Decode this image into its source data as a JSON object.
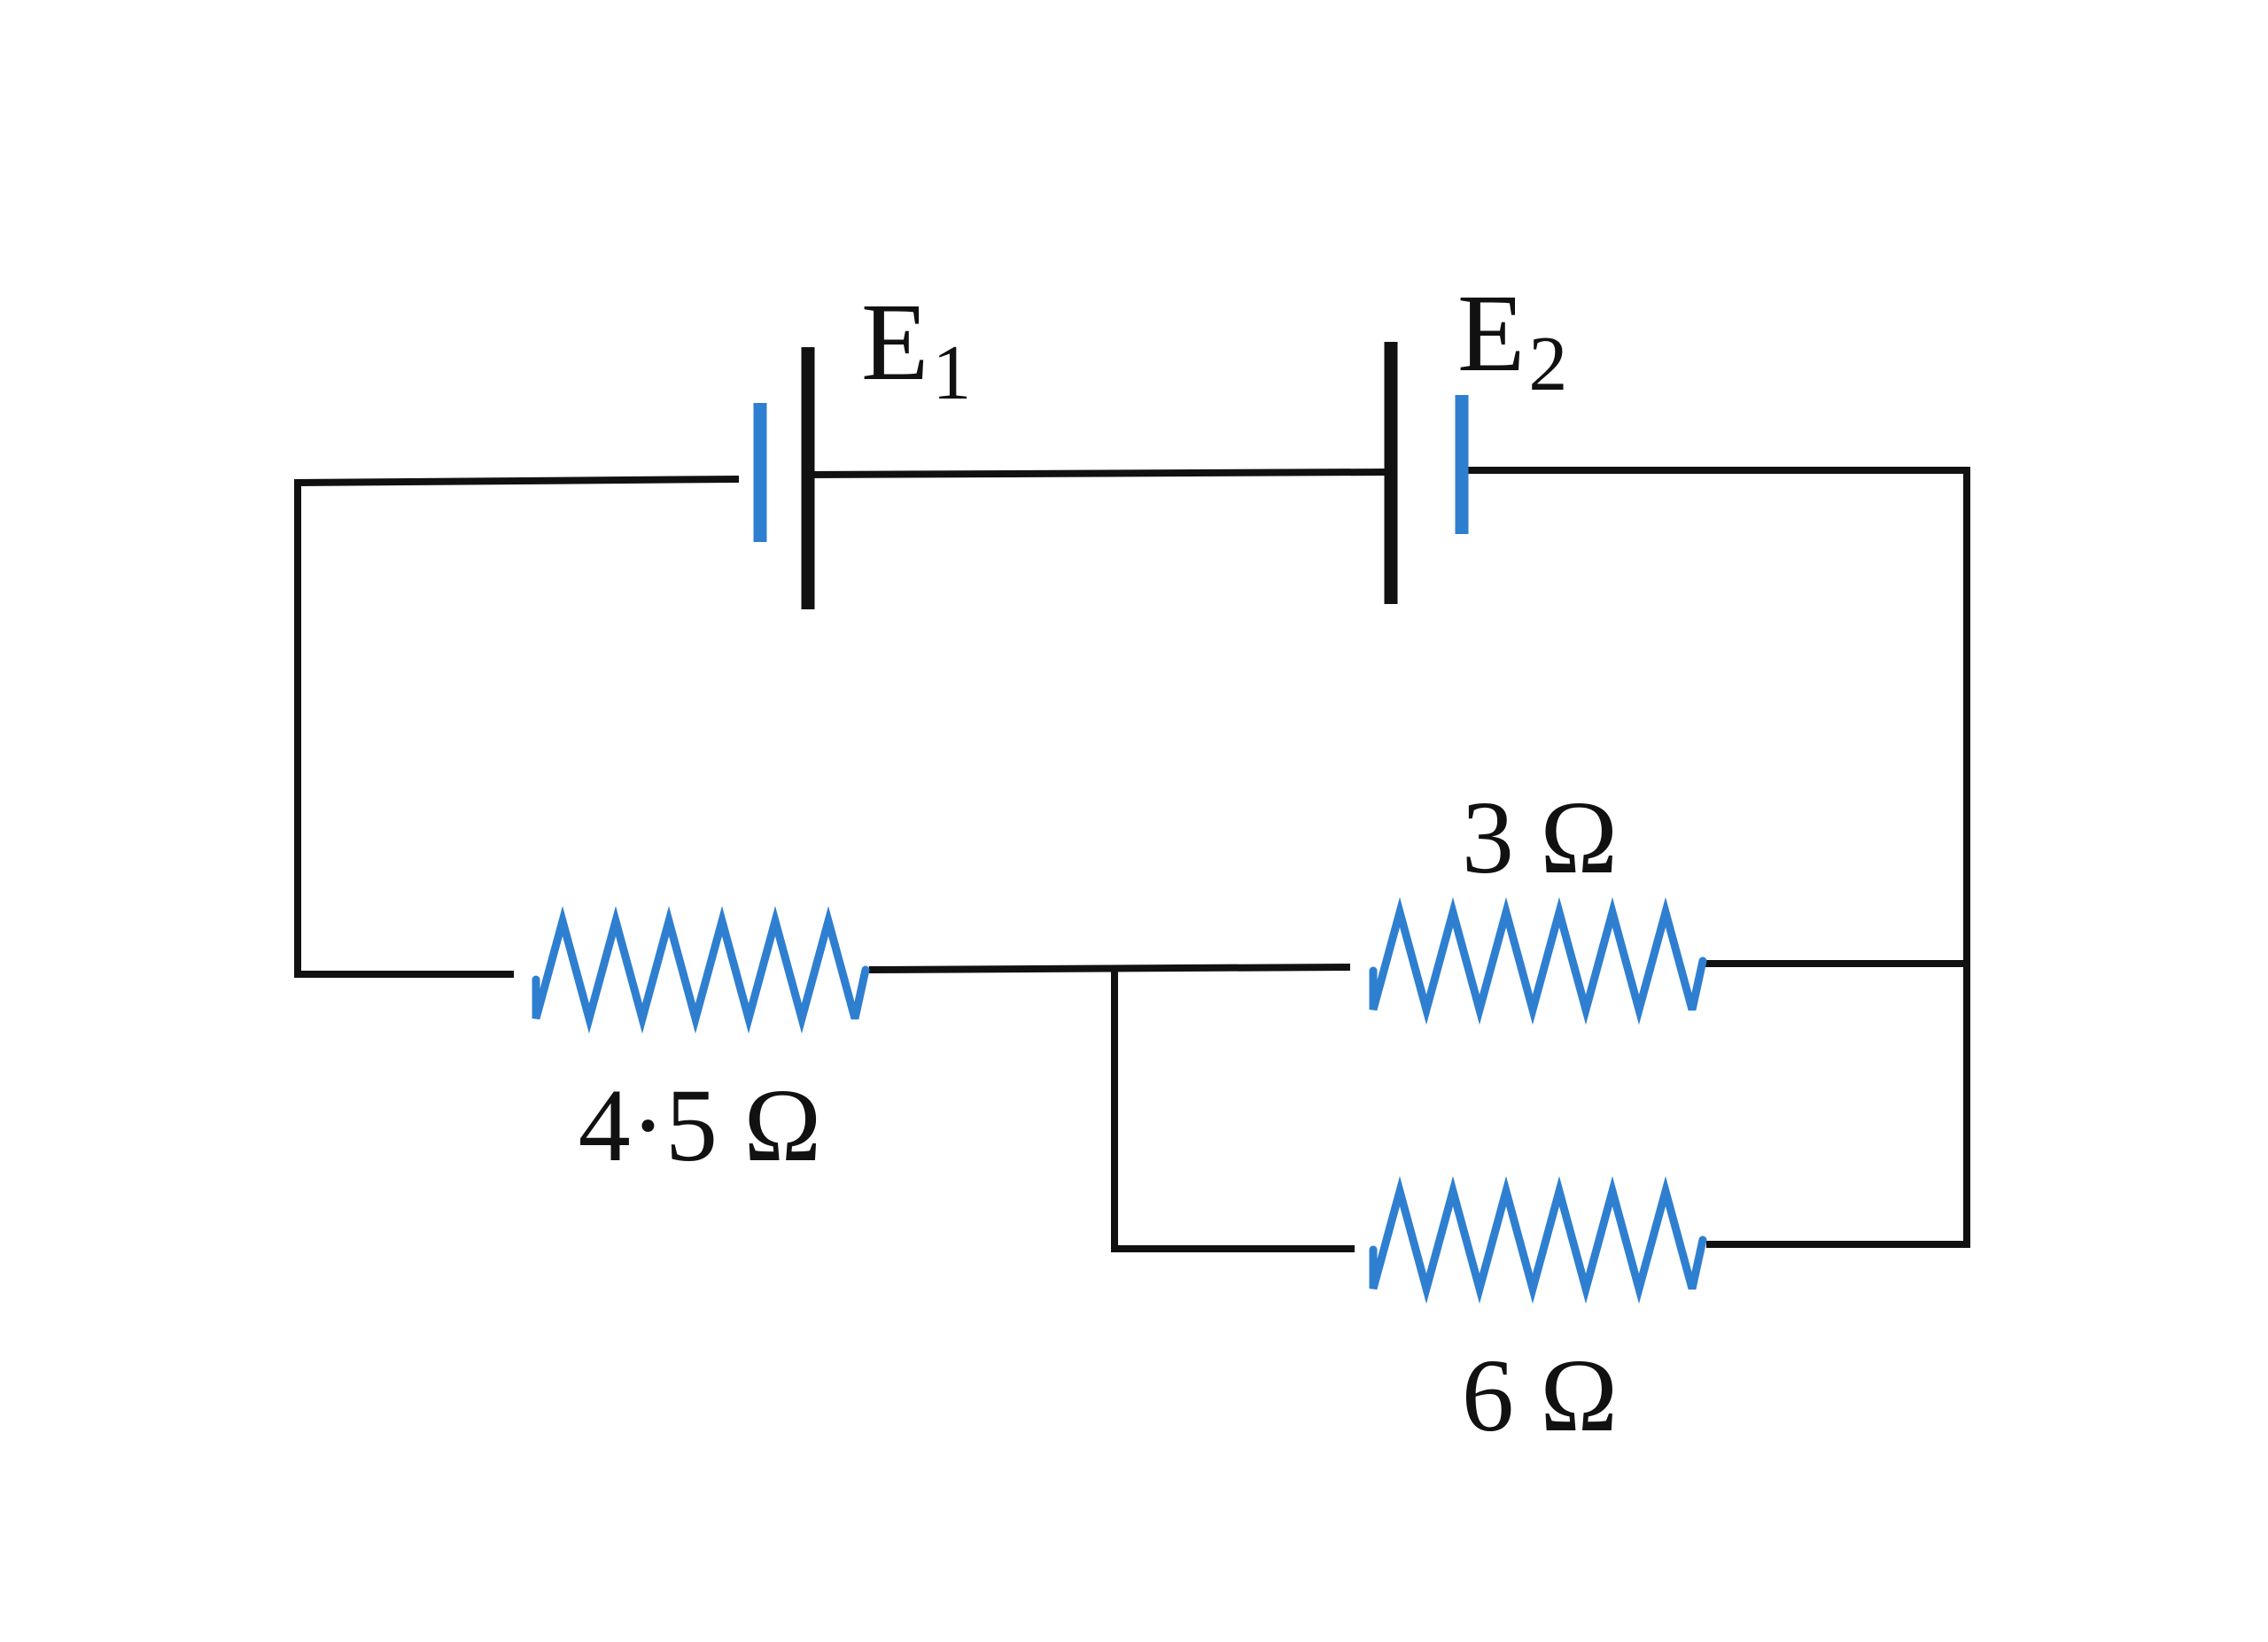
{
  "diagram": {
    "colors": {
      "wire": "#111111",
      "component": "#2f7fd1",
      "background": "#ffffff"
    },
    "batteries": [
      {
        "symbol": "E",
        "subscript": "1"
      },
      {
        "symbol": "E",
        "subscript": "2"
      }
    ],
    "resistors": [
      {
        "label": "4·5 Ω"
      },
      {
        "label": "3 Ω"
      },
      {
        "label": "6 Ω"
      }
    ]
  }
}
